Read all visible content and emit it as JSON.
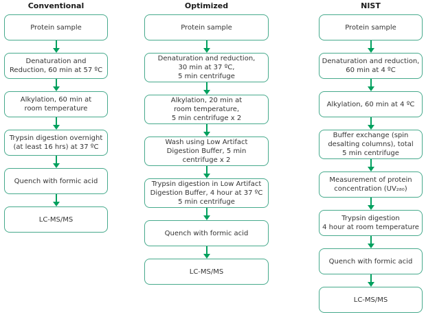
{
  "diagram": {
    "colors": {
      "box_border": "#45a98b",
      "arrow": "#00a05e",
      "text": "#333333",
      "title": "#1a1a1a",
      "box_background": "#ffffff"
    },
    "columns": [
      {
        "id": "conventional",
        "title": "Conventional",
        "boxes": [
          [
            "Protein sample"
          ],
          [
            "Denaturation and",
            "Reduction, 60 min at 57 ºC"
          ],
          [
            "Alkylation, 60 min at",
            "room temperature"
          ],
          [
            "Trypsin digestion overnight",
            "(at least 16 hrs) at 37 ºC"
          ],
          [
            "Quench with formic acid"
          ],
          [
            "LC-MS/MS"
          ]
        ]
      },
      {
        "id": "optimized",
        "title": "Optimized",
        "boxes": [
          [
            "Protein sample"
          ],
          [
            "Denaturation and reduction,",
            "30 min at 37 ºC,",
            "5 min centrifuge"
          ],
          [
            "Alkylation, 20 min at",
            "room temperature,",
            "5 min centrifuge x 2"
          ],
          [
            "Wash using Low Artifact",
            "Digestion Buffer, 5 min",
            "centrifuge x 2"
          ],
          [
            "Trypsin digestion in Low Artifact",
            "Digestion Buffer, 4 hour at 37 ºC",
            "5 min centrifuge"
          ],
          [
            "Quench with formic acid"
          ],
          [
            "LC-MS/MS"
          ]
        ]
      },
      {
        "id": "nist",
        "title": "NIST",
        "boxes": [
          [
            "Protein sample"
          ],
          [
            "Denaturation and reduction,",
            "60 min at 4 ºC"
          ],
          [
            "Alkylation, 60 min at 4 ºC"
          ],
          [
            "Buffer exchange (spin",
            "desalting columns), total",
            "5 min centrifuge"
          ],
          [
            "Measurement of protein",
            "concentration (UV₂₈₀)"
          ],
          [
            "Trypsin digestion",
            "4 hour at room temperature"
          ],
          [
            "Quench with formic acid"
          ],
          [
            "LC-MS/MS"
          ]
        ]
      }
    ]
  }
}
